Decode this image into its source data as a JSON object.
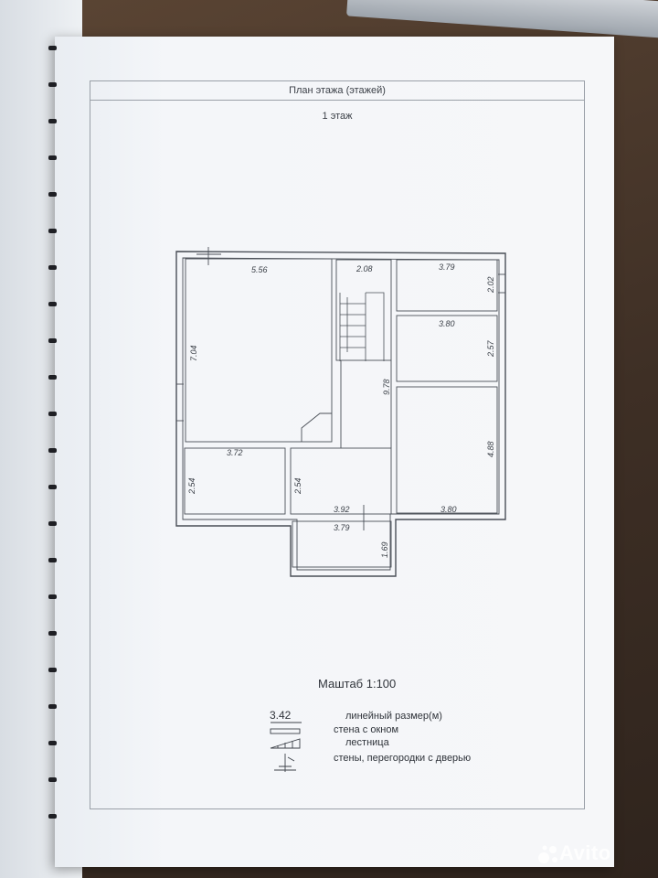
{
  "document": {
    "title": "План этажа (этажей)",
    "floor": "1 этаж",
    "scale": "Маштаб 1:100"
  },
  "dimensions": {
    "room_a_width": "5.56",
    "room_a_height": "7.04",
    "stair_width": "2.08",
    "corridor_length": "9.78",
    "room_b_width": "3.79",
    "room_b_height": "2.02",
    "room_c_width": "3.80",
    "room_c_height": "2.57",
    "room_d_height": "4.88",
    "room_d_width": "3.80",
    "room_e_width": "3.72",
    "room_e_height": "2.54",
    "hall_height": "2.54",
    "hall_width": "3.92",
    "porch_width": "3.79",
    "porch_height": "1.69"
  },
  "legend": {
    "sample_value": "3.42",
    "items": [
      "линейный размер(м)",
      "стена с окном",
      "лестница",
      "стены, перегородки с дверью"
    ]
  },
  "watermark": "Avito"
}
